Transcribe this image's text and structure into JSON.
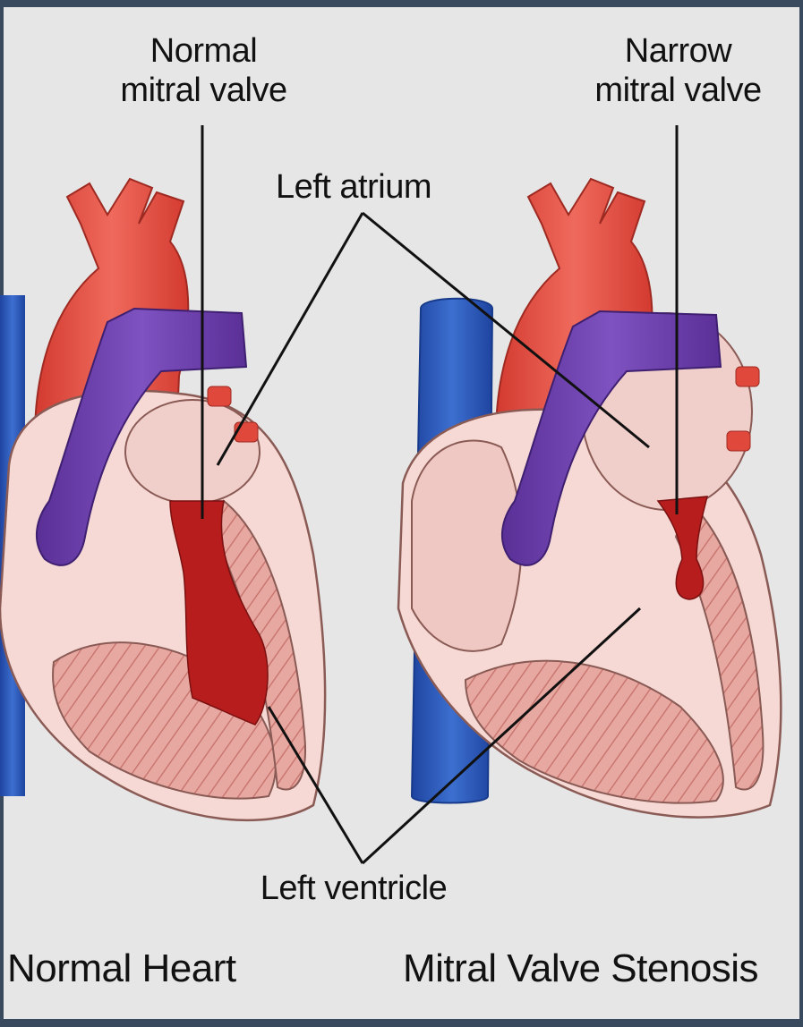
{
  "labels": {
    "normal_valve_line1": "Normal",
    "normal_valve_line2": "mitral valve",
    "narrow_valve_line1": "Narrow",
    "narrow_valve_line2": "mitral valve",
    "left_atrium": "Left atrium",
    "left_ventricle": "Left ventricle"
  },
  "captions": {
    "normal": "Normal Heart",
    "stenosis": "Mitral Valve Stenosis"
  },
  "colors": {
    "background": "#e6e6e6",
    "frame": "#3a4a5e",
    "aorta_red": "#e0483c",
    "pulmonary_purple": "#6a3fa8",
    "vena_cava_blue": "#2f58b8",
    "chamber_pink": "#f2d0cc",
    "blood_flow": "#b81d1d"
  }
}
